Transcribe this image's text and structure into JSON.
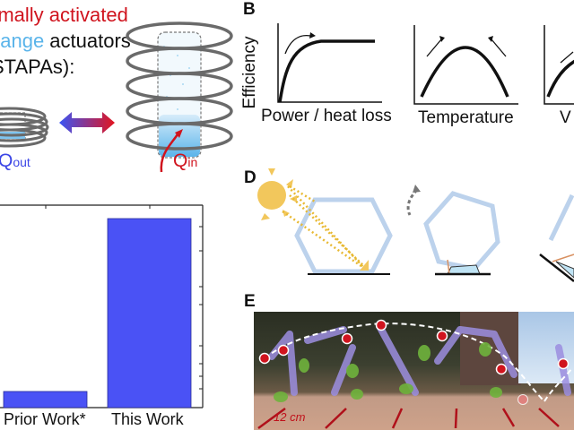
{
  "panel_a": {
    "intro_line1": "rmally activated",
    "intro_line2_colored": "hange",
    "intro_line2_rest": " actuators",
    "intro_line3": "STAPAs):",
    "q_out": "Q",
    "q_out_sub": "out",
    "q_in": "Q",
    "q_in_sub": "in",
    "colors": {
      "red": "#d0141e",
      "blue_text": "#5ab4ea",
      "dark_blue": "#3c46e6",
      "coil": "#6a6a6a",
      "liquid": "#7fc4ef"
    }
  },
  "panel_b": {
    "label": "B",
    "ylabel": "Efficiency",
    "plots": [
      {
        "xlabel": "Power / heat loss",
        "shape": "saturating"
      },
      {
        "xlabel": "Temperature",
        "shape": "peak"
      },
      {
        "xlabel": "V",
        "shape": "rising"
      }
    ]
  },
  "panel_d": {
    "label": "D",
    "colors": {
      "frame": "#bcd2ec",
      "sun": "#f2c75c",
      "rays": "#e8b932",
      "strut": "#d89060"
    }
  },
  "panel_e": {
    "label": "E",
    "scale_label": "12 cm",
    "colors": {
      "marker": "#d0141e",
      "scale_line": "#b0101a"
    }
  },
  "chart_data": {
    "type": "bar",
    "categories": [
      "Prior Work*",
      "This Work"
    ],
    "values": [
      0.07,
      0.92
    ],
    "title": "",
    "xlabel": "",
    "ylabel": "",
    "ylim": [
      0,
      1
    ],
    "bar_color": "#4a52f5",
    "notes": "relative bar heights (axis scale cropped, log-style minor ticks on right axis)"
  }
}
